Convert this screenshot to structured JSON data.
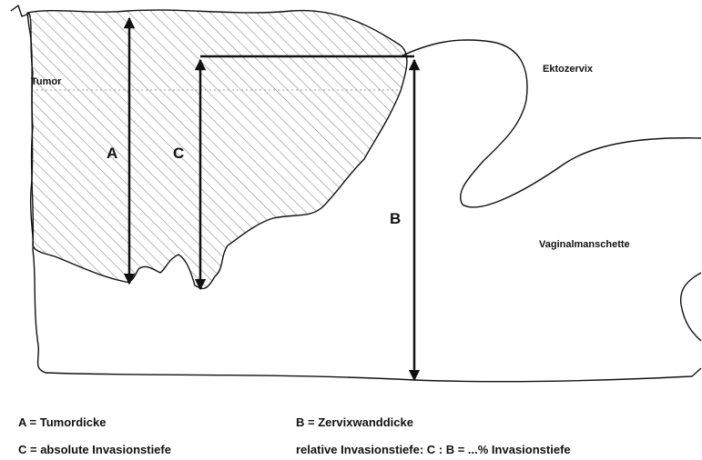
{
  "diagram": {
    "region_labels": {
      "tumor": "Tumor",
      "ektozervix": "Ektozervix",
      "vaginalmanschette": "Vaginalmanschette"
    },
    "measure_labels": {
      "a": "A",
      "b": "B",
      "c": "C"
    },
    "legend": {
      "a": "A = Tumordicke",
      "b": "B = Zervixwanddicke",
      "c": "C = absolute Invasionstiefe",
      "relative": "relative Invasionstiefe: C : B = ...% Invasionstiefe"
    },
    "colors": {
      "line": "#111111",
      "hatch": "#8c8c8c",
      "background": "#ffffff"
    }
  }
}
